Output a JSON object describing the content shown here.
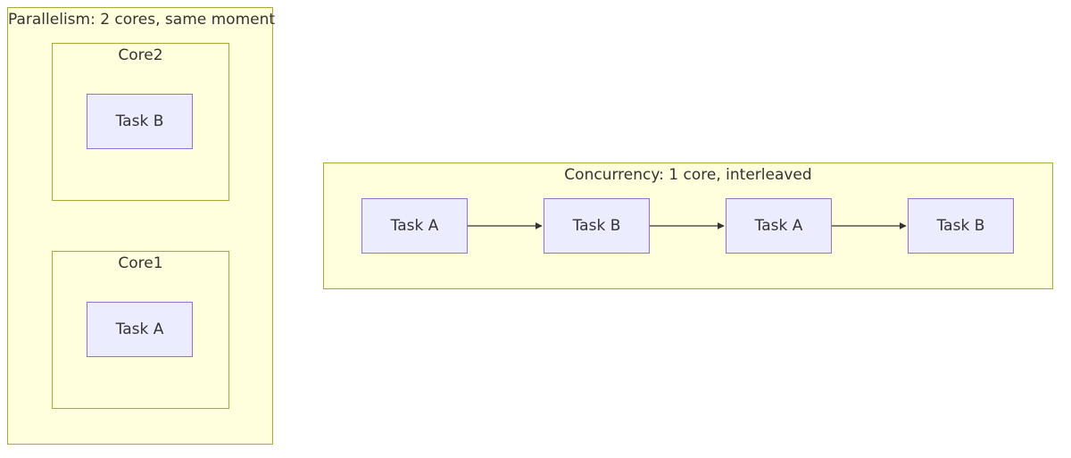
{
  "diagram": {
    "parallelism": {
      "title": "Parallelism: 2 cores, same moment",
      "core2": {
        "title": "Core2",
        "task": "Task B"
      },
      "core1": {
        "title": "Core1",
        "task": "Task A"
      }
    },
    "concurrency": {
      "title": "Concurrency: 1 core, interleaved",
      "tasks": [
        "Task A",
        "Task B",
        "Task A",
        "Task B"
      ]
    }
  },
  "colors": {
    "cluster_fill": "#ffffde",
    "cluster_border": "#aaaa33",
    "node_fill": "#ececff",
    "node_border": "#9370db",
    "edge": "#333333",
    "text": "#333333"
  }
}
